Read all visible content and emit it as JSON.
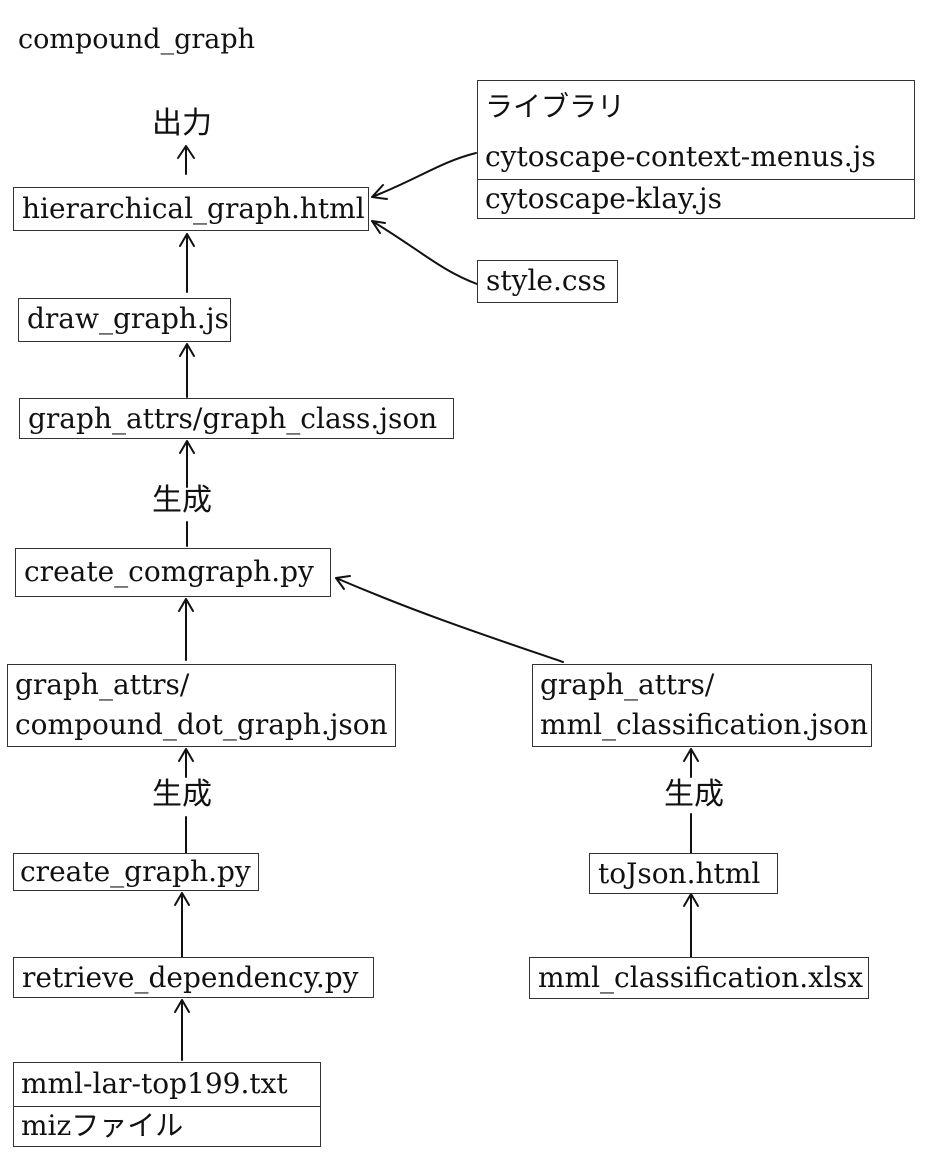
{
  "title": "compound_graph",
  "labels": {
    "output": "出力",
    "generate": "生成"
  },
  "nodes": {
    "hierarchical_graph": "hierarchical_graph.html",
    "library": {
      "header": "ライブラリ",
      "items": [
        "cytoscape-context-menus.js",
        "cytoscape-klay.js"
      ]
    },
    "style_css": "style.css",
    "draw_graph": "draw_graph.js",
    "graph_class": "graph_attrs/graph_class.json",
    "create_comgraph": "create_comgraph.py",
    "compound_dot_graph": [
      "graph_attrs/",
      "compound_dot_graph.json"
    ],
    "mml_classification_json": [
      "graph_attrs/",
      "mml_classification.json"
    ],
    "create_graph": "create_graph.py",
    "tojson": "toJson.html",
    "retrieve_dependency": "retrieve_dependency.py",
    "mml_classification_xlsx": "mml_classification.xlsx",
    "inputs": [
      "mml-lar-top199.txt",
      "mizファイル"
    ]
  }
}
